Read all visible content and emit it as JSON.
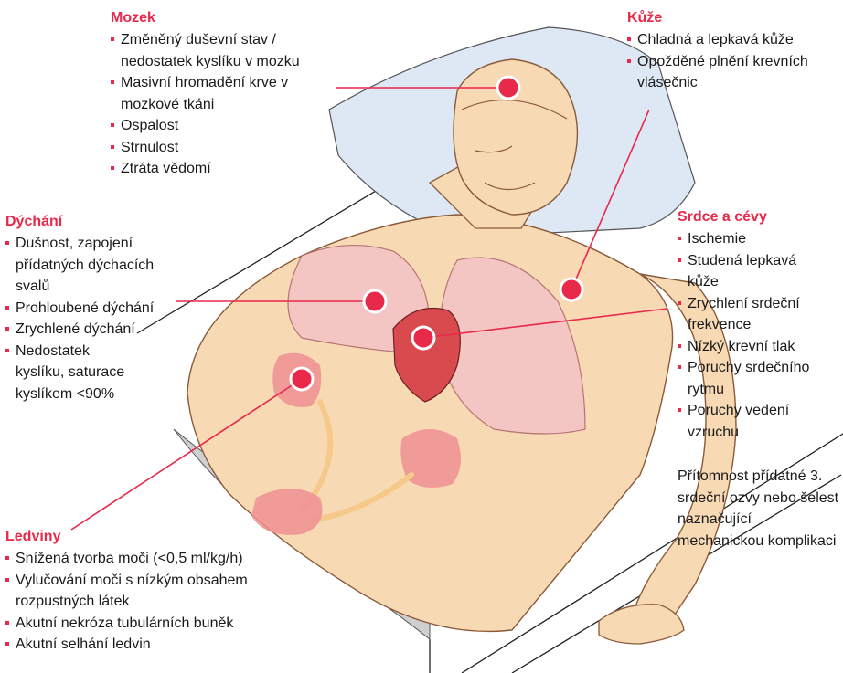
{
  "colors": {
    "accent": "#e8294a",
    "skin": "#f7d9b4",
    "skin_outline": "#8a5a3a",
    "pillow": "#dde8f4",
    "lung": "#f3c4c6",
    "kidney": "#ef8f92",
    "ureter": "#f6c98a"
  },
  "sections": {
    "brain": {
      "title": "Mozek",
      "items": [
        "Změněný duševní stav / nedostatek kyslíku v mozku",
        "Masivní hromadění krve v mozkové tkáni",
        "Ospalost",
        "Strnulost",
        "Ztráta vědomí"
      ]
    },
    "skin": {
      "title": "Kůže",
      "items": [
        "Chladná a lepkavá kůže",
        "Opožděné plnění krevních vlásečnic"
      ]
    },
    "breathing": {
      "title": "Dýchání",
      "items": [
        "Dušnost, zapojení přídatných dýchacích svalů",
        "Prohloubené dýchání",
        "Zrychlené dýchání",
        "Nedostatek kyslíku, saturace kyslíkem <90%"
      ]
    },
    "heart": {
      "title": "Srdce a cévy",
      "items": [
        "Ischemie",
        "Studená lepkavá kůže",
        "Zrychlení srdeční frekvence",
        "Nízký krevní tlak",
        "Poruchy srdečního rytmu",
        "Poruchy vedení vzruchu"
      ],
      "note": "Přítomnost přídatné 3. srdeční ozvy nebo šelest naznačující mechanickou komplikaci"
    },
    "kidneys": {
      "title": "Ledviny",
      "items": [
        "Snížená tvorba moči (<0,5 ml/kg/h)",
        "Vylučování moči s nízkým obsahem rozpustných látek",
        "Akutní nekróza tubulárních buněk",
        "Akutní selhání ledvin"
      ]
    }
  }
}
